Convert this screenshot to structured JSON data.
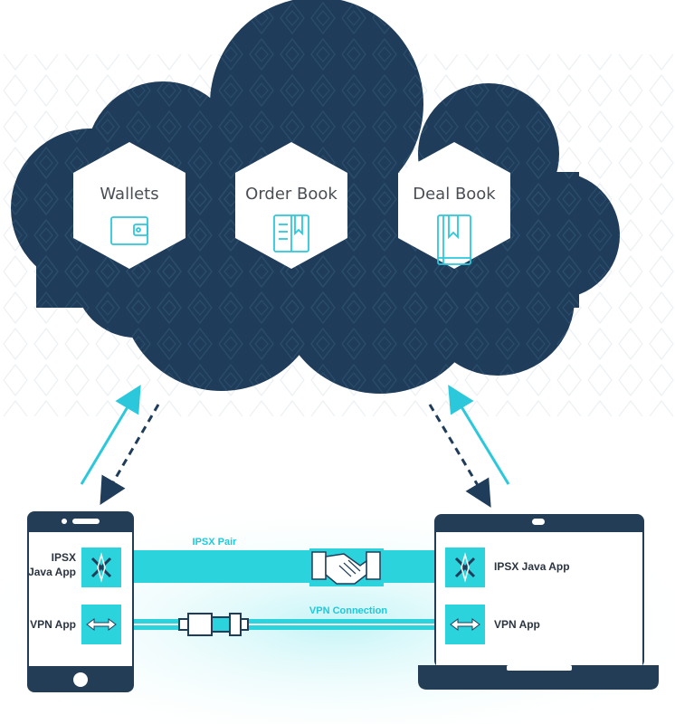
{
  "cloud": {
    "hexagons": [
      {
        "title": "Wallets",
        "icon": "wallet-icon"
      },
      {
        "title": "Order Book",
        "icon": "open-book-icon"
      },
      {
        "title": "Deal Book",
        "icon": "closed-book-icon"
      }
    ]
  },
  "phone": {
    "apps": [
      {
        "label_line1": "IPSX",
        "label_line2": "Java App",
        "icon": "ipsx-logo-icon"
      },
      {
        "label_line1": "VPN App",
        "icon": "double-arrow-icon"
      }
    ]
  },
  "laptop": {
    "apps": [
      {
        "label": "IPSX Java App",
        "icon": "ipsx-logo-icon"
      },
      {
        "label": "VPN App",
        "icon": "double-arrow-icon"
      }
    ]
  },
  "connections": {
    "pair_label": "IPSX Pair",
    "vpn_label": "VPN Connection"
  },
  "colors": {
    "cloud": "#1f3d5a",
    "accent": "#2bd4dc",
    "device": "#243d57"
  }
}
